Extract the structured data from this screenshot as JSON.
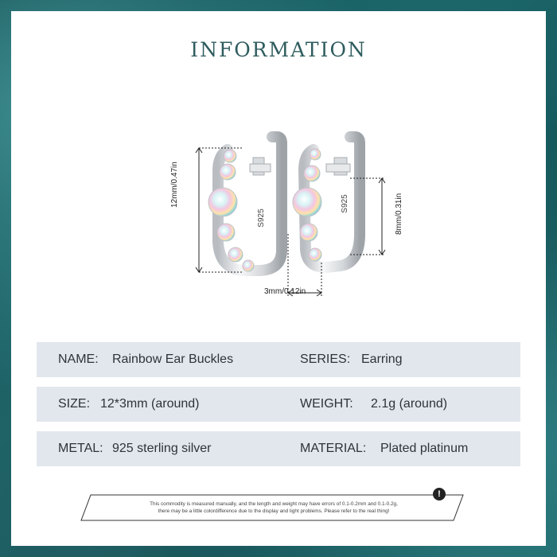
{
  "page": {
    "title": "INFORMATION"
  },
  "product_image": {
    "stamp_left": "S925",
    "stamp_right": "S925",
    "dim_height_total": "12mm/0.47in",
    "dim_height_inner": "8mm/0.31in",
    "dim_width": "3mm/0.12in"
  },
  "specs": {
    "row1": {
      "label1": "NAME:",
      "value1": "Rainbow Ear Buckles",
      "label2": "SERIES:",
      "value2": "Earring"
    },
    "row2": {
      "label1": "SIZE:",
      "value1": "12*3mm (around)",
      "label2": "WEIGHT:",
      "value2": "2.1g (around)"
    },
    "row3": {
      "label1": "METAL:",
      "value1": "925 sterling silver",
      "label2": "MATERIAL:",
      "value2": "Plated platinum"
    }
  },
  "notice": {
    "line1": "This commodity is measured manually, and the length and weight may have errors of 0.1-0.2mm and 0.1-0.2g,",
    "line2": "there may be a little colordifference due to the display and light problems. Please refer to the real thing!",
    "icon": "!"
  },
  "colors": {
    "title": "#2f5c5e",
    "row_bg": "#e2e7ed",
    "frame": "#0d4e52"
  }
}
